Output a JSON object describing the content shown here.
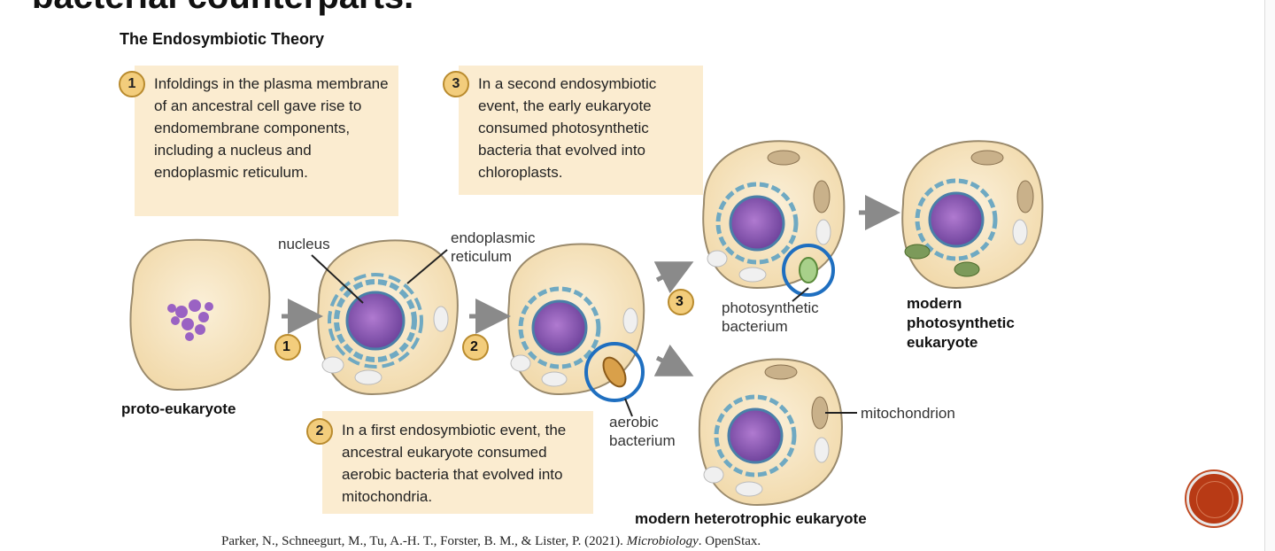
{
  "slide": {
    "title_fragment": "bacterial counterparts."
  },
  "figure": {
    "title": "The Endosymbiotic Theory",
    "callouts": [
      {
        "num": "1",
        "text": "Infoldings in the plasma membrane of an ancestral cell gave rise to endomembrane components, including a nucleus and endoplasmic reticulum."
      },
      {
        "num": "2",
        "text": "In a first endosymbiotic event, the ancestral eukaryote consumed aerobic bacteria that evolved into mitochondria."
      },
      {
        "num": "3",
        "text": "In a second endosymbiotic event, the early eukaryote consumed photosynthetic bacteria that evolved into chloroplasts."
      }
    ],
    "step_markers": [
      "1",
      "2",
      "3"
    ],
    "labels": {
      "nucleus": "nucleus",
      "er_line1": "endoplasmic",
      "er_line2": "reticulum",
      "proto": "proto-eukaryote",
      "aerobic_line1": "aerobic",
      "aerobic_line2": "bacterium",
      "photo_line1": "photosynthetic",
      "photo_line2": "bacterium",
      "modern_photo_line1": "modern",
      "modern_photo_line2": "photosynthetic",
      "modern_photo_line3": "eukaryote",
      "mitochondrion": "mitochondrion",
      "modern_hetero": "modern heterotrophic eukaryote"
    },
    "colors": {
      "cell_fill": "#f7e6c4",
      "cell_stroke": "#9a8a6c",
      "nucleus": "#8b5fb0",
      "er": "#6fa9c2",
      "highlight_ring": "#1f6fc0",
      "callout_bg": "#fbecd0",
      "arrow": "#8a8a8a"
    }
  },
  "citation": {
    "authors": "Parker, N., Schneegurt, M., Tu, A.-H. T., Forster, B. M., & Lister, P. (2021).",
    "book": "Microbiology",
    "publisher": ". OpenStax."
  }
}
